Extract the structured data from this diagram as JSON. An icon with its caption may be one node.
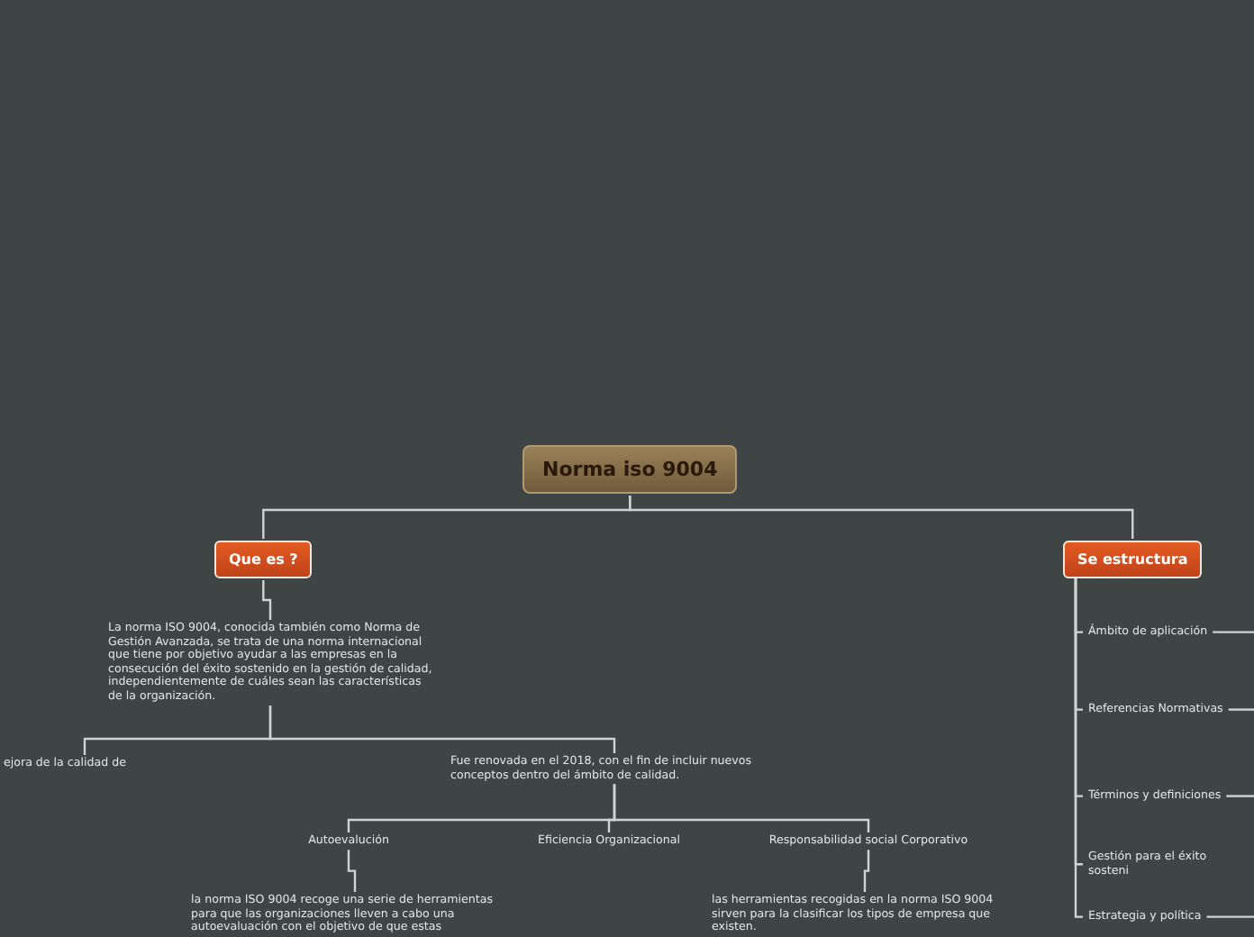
{
  "diagram": {
    "nodes": [
      {
        "text": [
          "Norma iso 9004"
        ]
      },
      {
        "text": [
          "Que es ?"
        ]
      },
      {
        "text": [
          "Se estructura"
        ]
      },
      {
        "text": [
          "La norma ISO 9004, conocida también como Norma de Gestión Avanzada, se trata de una norma internacional que tiene por objetivo ayudar a las empresas en la consecución del éxito sostenido en la gestión de calidad, independientemente de cuáles sean las características de la organización."
        ]
      },
      {
        "text": [
          "ejora de la calidad de"
        ]
      },
      {
        "text": [
          "Fue renovada en el 2018, con el fin de incluir nuevos conceptos dentro del ámbito de calidad."
        ]
      },
      {
        "text": [
          "Autoevalución"
        ]
      },
      {
        "text": [
          "Eficiencia Organizacional"
        ]
      },
      {
        "text": [
          "Responsabilidad social Corporativo"
        ]
      },
      {
        "text": [
          "la norma ISO 9004 recoge una serie de herramientas para que las organizaciones lleven a cabo una autoevaluación con el objetivo de que estas"
        ]
      },
      {
        "text": [
          "las herramientas recogidas en la norma ISO 9004 sirven para la clasificar los tipos de empresa que existen."
        ]
      },
      {
        "text": [
          "Ámbito de aplicación"
        ]
      },
      {
        "text": [
          "Referencias Normativas"
        ]
      },
      {
        "text": [
          "Términos y definiciones"
        ]
      },
      {
        "text": [
          "Gestión para el éxito sosteni"
        ]
      },
      {
        "text": [
          "Estrategia y política"
        ]
      }
    ],
    "edges": [
      {
        "from": 0,
        "to": 1,
        "arrow": "none"
      },
      {
        "from": 0,
        "to": 2,
        "arrow": "none"
      },
      {
        "from": 1,
        "to": 3,
        "arrow": "none"
      },
      {
        "from": 3,
        "to": 4,
        "arrow": "none"
      },
      {
        "from": 3,
        "to": 5,
        "arrow": "none"
      },
      {
        "from": 5,
        "to": 6,
        "arrow": "none"
      },
      {
        "from": 5,
        "to": 7,
        "arrow": "none"
      },
      {
        "from": 5,
        "to": 8,
        "arrow": "none"
      },
      {
        "from": 6,
        "to": 9,
        "arrow": "none"
      },
      {
        "from": 8,
        "to": 10,
        "arrow": "none"
      },
      {
        "from": 2,
        "to": 11,
        "arrow": "none"
      },
      {
        "from": 2,
        "to": 12,
        "arrow": "none"
      },
      {
        "from": 2,
        "to": 13,
        "arrow": "none"
      },
      {
        "from": 2,
        "to": 14,
        "arrow": "none"
      },
      {
        "from": 2,
        "to": 15,
        "arrow": "none"
      },
      {
        "from": 11,
        "to": null,
        "arrow": "none"
      },
      {
        "from": 12,
        "to": null,
        "arrow": "none"
      },
      {
        "from": 13,
        "to": null,
        "arrow": "none"
      },
      {
        "from": 15,
        "to": null,
        "arrow": "none"
      }
    ]
  }
}
